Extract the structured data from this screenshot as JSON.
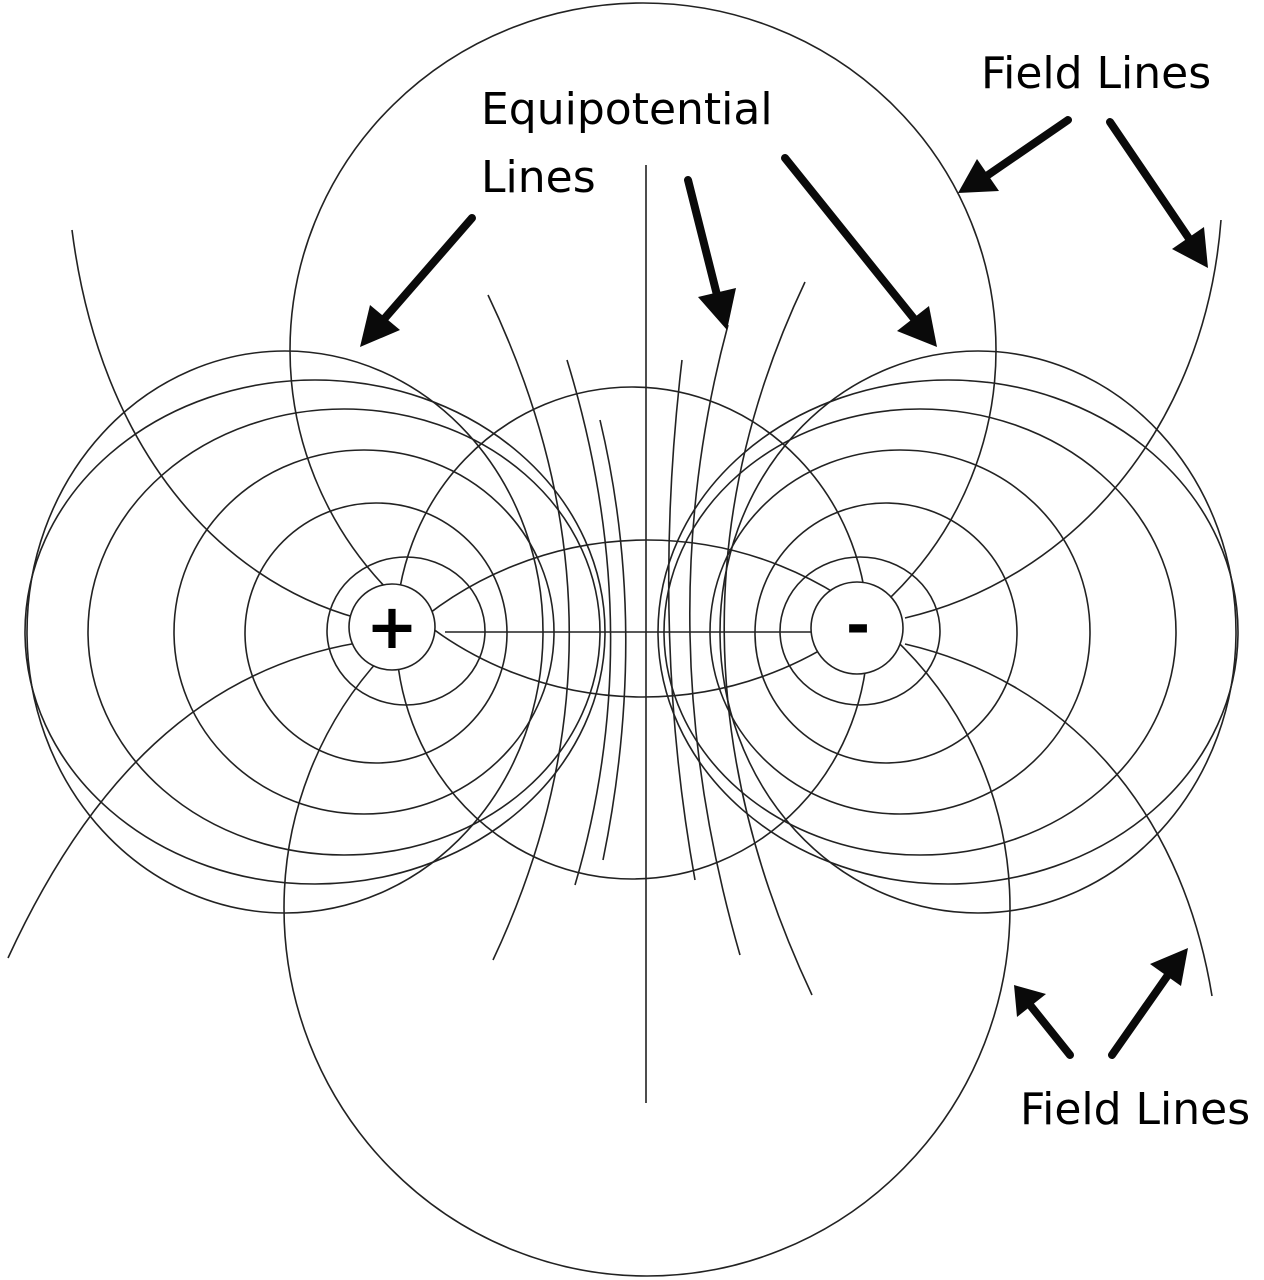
{
  "labels": {
    "equipotential_line1": "Equipotential",
    "equipotential_line2": "Lines",
    "field_lines_top": "Field Lines",
    "field_lines_bottom": "Field Lines"
  },
  "charges": {
    "positive_sign": "+",
    "negative_sign": "-"
  },
  "colors": {
    "lines": "#222222",
    "arrows": "#0a0a0a",
    "background": "#ffffff"
  }
}
